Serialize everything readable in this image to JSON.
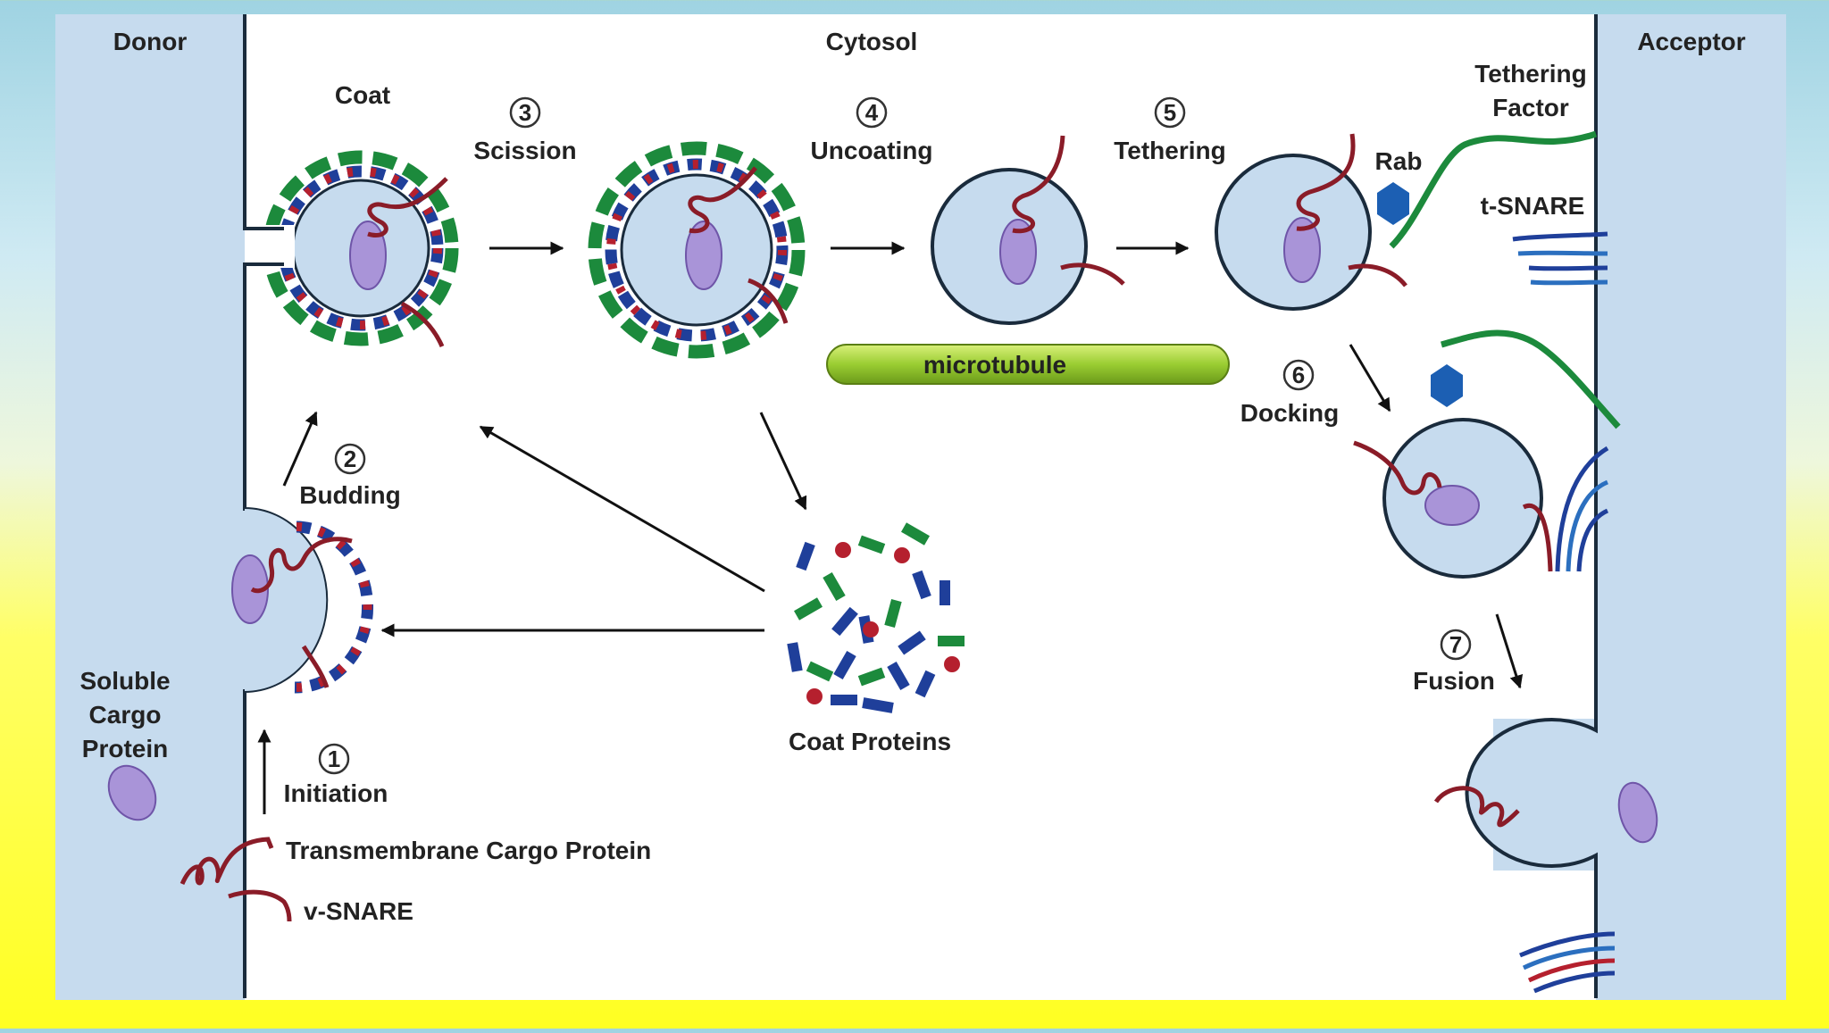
{
  "regions": {
    "donor": "Donor",
    "cytosol": "Cytosol",
    "acceptor": "Acceptor"
  },
  "steps": [
    {
      "num": "1",
      "label": "Initiation"
    },
    {
      "num": "2",
      "label": "Budding"
    },
    {
      "num": "3",
      "label": "Scission"
    },
    {
      "num": "4",
      "label": "Uncoating"
    },
    {
      "num": "5",
      "label": "Tethering"
    },
    {
      "num": "6",
      "label": "Docking"
    },
    {
      "num": "7",
      "label": "Fusion"
    }
  ],
  "labels": {
    "coat": "Coat",
    "rab": "Rab",
    "tethering_factor_line1": "Tethering",
    "tethering_factor_line2": "Factor",
    "t_snare": "t-SNARE",
    "microtubule": "microtubule",
    "coat_proteins": "Coat Proteins",
    "soluble_line1": "Soluble",
    "soluble_line2": "Cargo",
    "soluble_line3": "Protein"
  },
  "legend": {
    "transmembrane": "Transmembrane Cargo Protein",
    "v_snare": "v-SNARE"
  },
  "colors": {
    "membrane_fill": "#c6dbee",
    "coat_green": "#1c8a3c",
    "coat_blue": "#1f3f9a",
    "coat_red": "#b5202e",
    "cargo_purple": "#a994d8",
    "protein_red": "#9e1c28",
    "rab_blue": "#1c5fb3",
    "microtubule_green": "#9acd32"
  }
}
